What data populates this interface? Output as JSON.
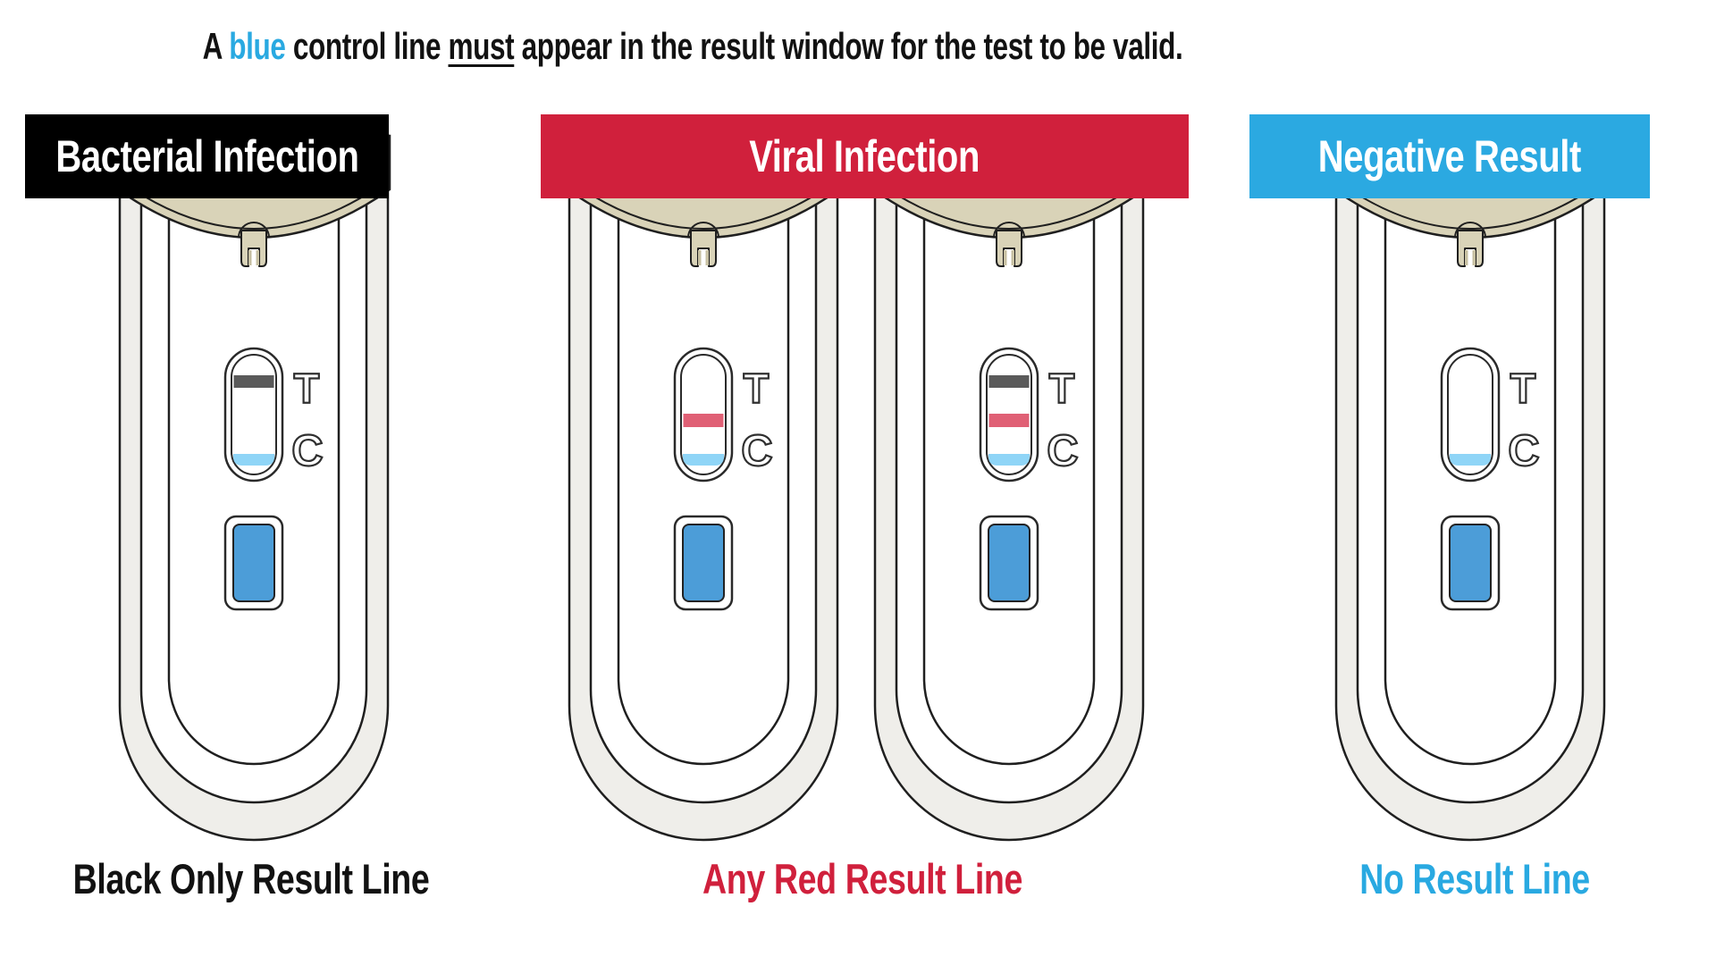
{
  "title": {
    "segments": [
      {
        "text": "A ",
        "style": "normal"
      },
      {
        "text": "blue",
        "style": "blue"
      },
      {
        "text": " control line ",
        "style": "normal"
      },
      {
        "text": "must",
        "style": "underline"
      },
      {
        "text": " appear in the result window for the test to be valid.",
        "style": "normal"
      }
    ]
  },
  "colors": {
    "accent_blue": "#29A9E1",
    "accent_red": "#D0203C",
    "bar_black": "#000000",
    "title_black": "#121212",
    "line_black": "#5A5A5A",
    "line_red": "#E06075",
    "line_blue": "#8FD5F7",
    "well_blue": "#4C9DD8",
    "cap_tan": "#D9D3B8",
    "cap_tan_dark": "#C8C1A3",
    "shell_gray": "#EFEEEA"
  },
  "groups": [
    {
      "header": "Bacterial Infection",
      "header_bg": "#000000",
      "label": "Black Only Result Line",
      "label_color": "#121212"
    },
    {
      "header": "Viral Infection",
      "header_bg": "#D0203C",
      "label": "Any Red Result Line",
      "label_color": "#D0203C"
    },
    {
      "header": "Negative Result",
      "header_bg": "#2BA9E1",
      "label": "No Result Line",
      "label_color": "#29A9E1"
    }
  ],
  "devices": [
    {
      "group": 0,
      "window_letters": [
        "T",
        "C"
      ],
      "lines": [
        "black",
        "blue"
      ]
    },
    {
      "group": 1,
      "window_letters": [
        "T",
        "C"
      ],
      "lines": [
        "red",
        "blue"
      ]
    },
    {
      "group": 1,
      "window_letters": [
        "T",
        "C"
      ],
      "lines": [
        "black",
        "red",
        "blue"
      ]
    },
    {
      "group": 2,
      "window_letters": [
        "T",
        "C"
      ],
      "lines": [
        "blue"
      ]
    }
  ]
}
